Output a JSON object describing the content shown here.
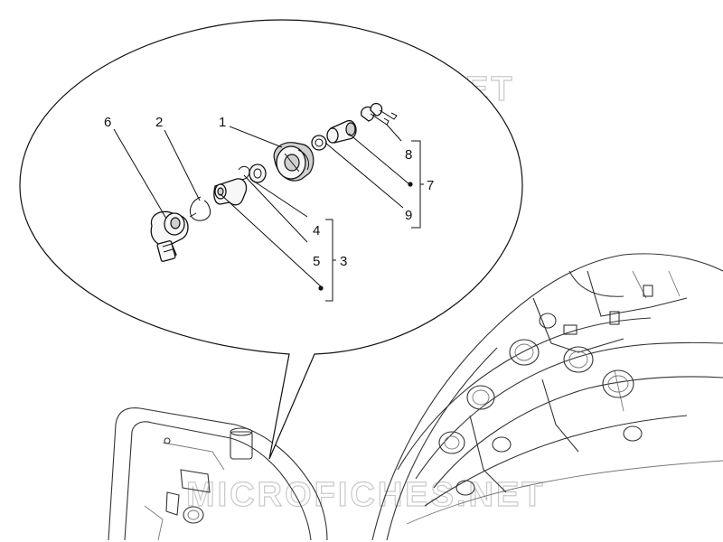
{
  "watermark": "MICROFICHES.NET",
  "labels": {
    "p1": "1",
    "p2": "2",
    "p3": "3",
    "p4": "4",
    "p5": "5",
    "p6": "6",
    "p7": "7",
    "p8": "8",
    "p9": "9"
  }
}
